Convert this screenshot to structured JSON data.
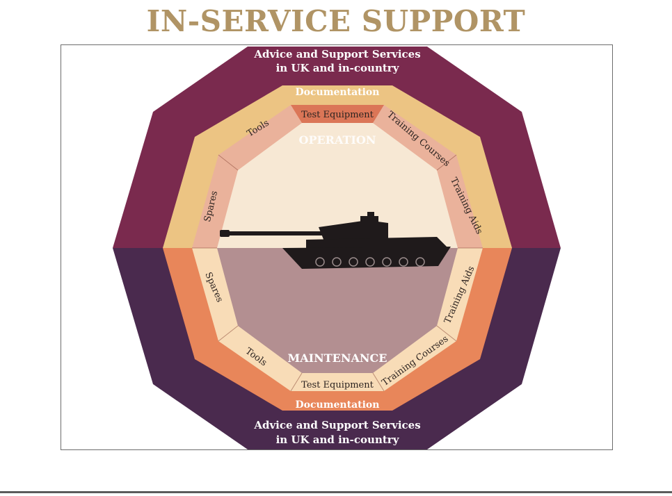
{
  "page": {
    "title": "IN-SERVICE SUPPORT"
  },
  "diagram": {
    "top": {
      "advice_line1": "Advice and Support Services",
      "advice_line2": "in UK and in-country",
      "documentation": "Documentation",
      "section_label": "OPERATION",
      "items": {
        "test_equipment": "Test Equipment",
        "tools": "Tools",
        "spares": "Spares",
        "training_courses": "Training Courses",
        "training_aids": "Training Aids"
      }
    },
    "bottom": {
      "advice_line1": "Advice and Support Services",
      "advice_line2": "in UK and in-country",
      "documentation": "Documentation",
      "section_label": "MAINTENANCE",
      "items": {
        "test_equipment": "Test Equipment",
        "tools": "Tools",
        "spares": "Spares",
        "training_courses": "Training Courses",
        "training_aids": "Training Aids"
      }
    },
    "colors": {
      "title": "#b09465",
      "outer_top": "#7a2a4e",
      "outer_bottom": "#4a2a4e",
      "mid_top": "#ecc483",
      "mid_bottom": "#e8865a",
      "inner_top": "#eab29b",
      "inner_bottom": "#f8dcb7",
      "inner_band_cap": "#db7657",
      "center_top": "#f7e8d4",
      "center_bottom": "#b38f91",
      "tank": "#1f1a1b"
    }
  }
}
